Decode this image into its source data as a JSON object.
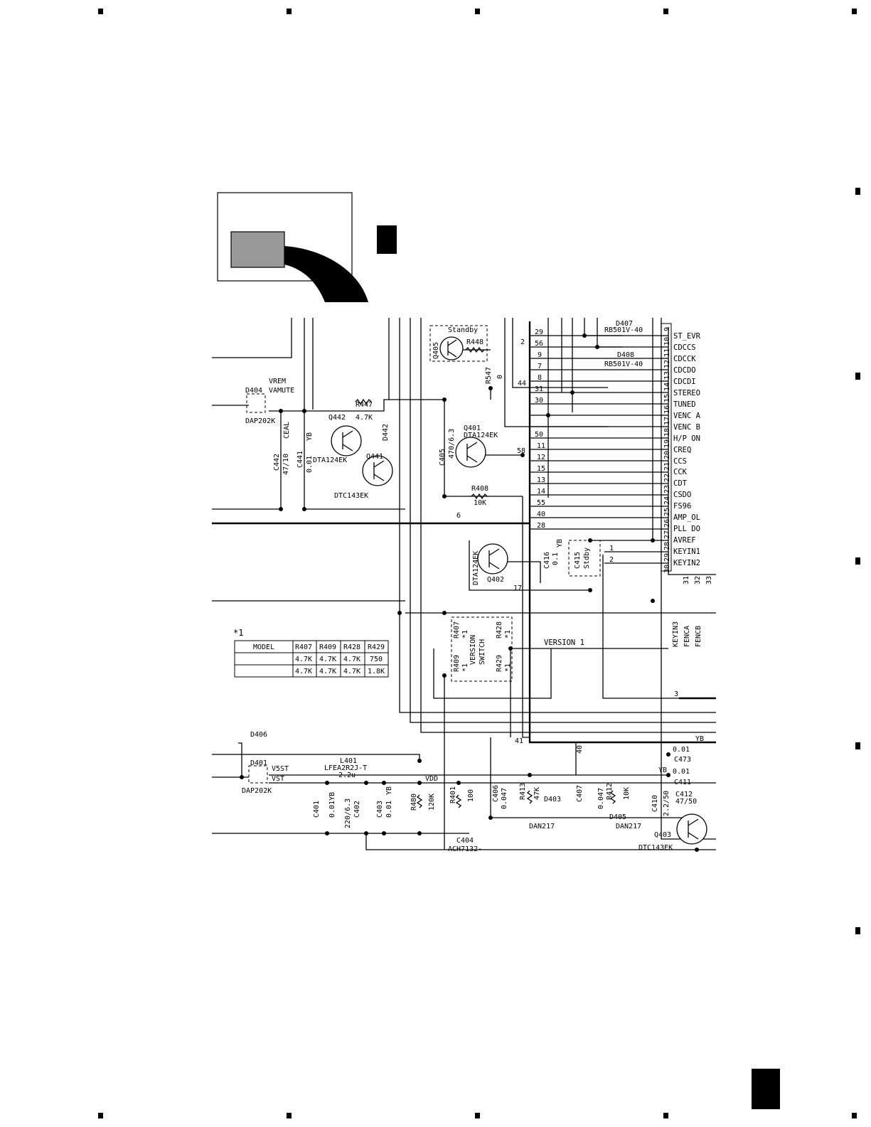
{
  "schematic": {
    "component_labels": [
      "Standby",
      "Q405",
      "R448",
      "R547",
      "0",
      "D407",
      "RB501V-40",
      "D408",
      "RB501V-40",
      "VREM",
      "VAMUTE",
      "D404",
      "DAP202K",
      "R447",
      "4.7K",
      "Q442",
      "D442",
      "C442",
      "47/10",
      "CEAL",
      "C441",
      "0.01",
      "YB",
      "DTA124EK",
      "Q441",
      "DTC143EK",
      "C405",
      "470/6.3",
      "Q401",
      "DTA124EK",
      "R408",
      "10K",
      "DTA124EK",
      "Q402",
      "C416",
      "0.1",
      "YB",
      "C415",
      "Stdby",
      "VERSION",
      "SWITCH",
      "R407",
      "R409",
      "R428",
      "R429",
      "*1",
      "*1",
      "*1",
      "*1",
      "VERSION 1",
      "D406",
      "D401",
      "V5ST",
      "VST",
      "DAP202K",
      "L401",
      "LFEA2R2J-T",
      "2.2u",
      "VDD",
      "C401",
      "0.01YB",
      "C402",
      "220/6.3",
      "C403",
      "0.01",
      "YB",
      "R480",
      "120K",
      "R401",
      "100",
      "C404",
      "ACH7132-",
      "C406",
      "0.047",
      "R413",
      "47K",
      "D403",
      "DAN217",
      "C407",
      "0.047",
      "R412",
      "10K",
      "D405",
      "DAN217",
      "C410",
      "2.2/50",
      "C473",
      "0.01",
      "C411",
      "0.01",
      "C412",
      "47/50",
      "YB",
      "YB",
      "Q403",
      "DTC143EK",
      "KEYIN3",
      "FENCA",
      "FENCB"
    ],
    "connector_signals": [
      "ST_EVR",
      "CDCCS",
      "CDCCK",
      "CDCDO",
      "CDCDI",
      "STEREO",
      "TUNED",
      "VENC A",
      "VENC B",
      "H/P ON",
      "CREQ",
      "CCS",
      "CCK",
      "CDT",
      "CSDO",
      "FS96",
      "AMP_OL",
      "PLL DO",
      "AVREF",
      "KEYIN1",
      "KEYIN2"
    ],
    "connector_pins": [
      "9",
      "10",
      "11",
      "12",
      "13",
      "14",
      "15",
      "16",
      "17",
      "18",
      "19",
      "20",
      "21",
      "22",
      "23",
      "24",
      "25",
      "26",
      "27",
      "28",
      "29",
      "30",
      "31",
      "32",
      "33"
    ],
    "bus_numbers": [
      "29",
      "56",
      "9",
      "7",
      "8",
      "31",
      "30",
      "50",
      "11",
      "58",
      "12",
      "15",
      "13",
      "14",
      "55",
      "40",
      "28",
      "2",
      "44",
      "6",
      "17",
      "1",
      "2",
      "41",
      "40",
      "3"
    ]
  },
  "version_table": {
    "note": "*1",
    "headers": [
      "MODEL",
      "R407",
      "R409",
      "R428",
      "R429"
    ],
    "rows": [
      [
        "",
        "4.7K",
        "4.7K",
        "4.7K",
        "750"
      ],
      [
        "",
        "4.7K",
        "4.7K",
        "4.7K",
        "1.8K"
      ]
    ]
  }
}
